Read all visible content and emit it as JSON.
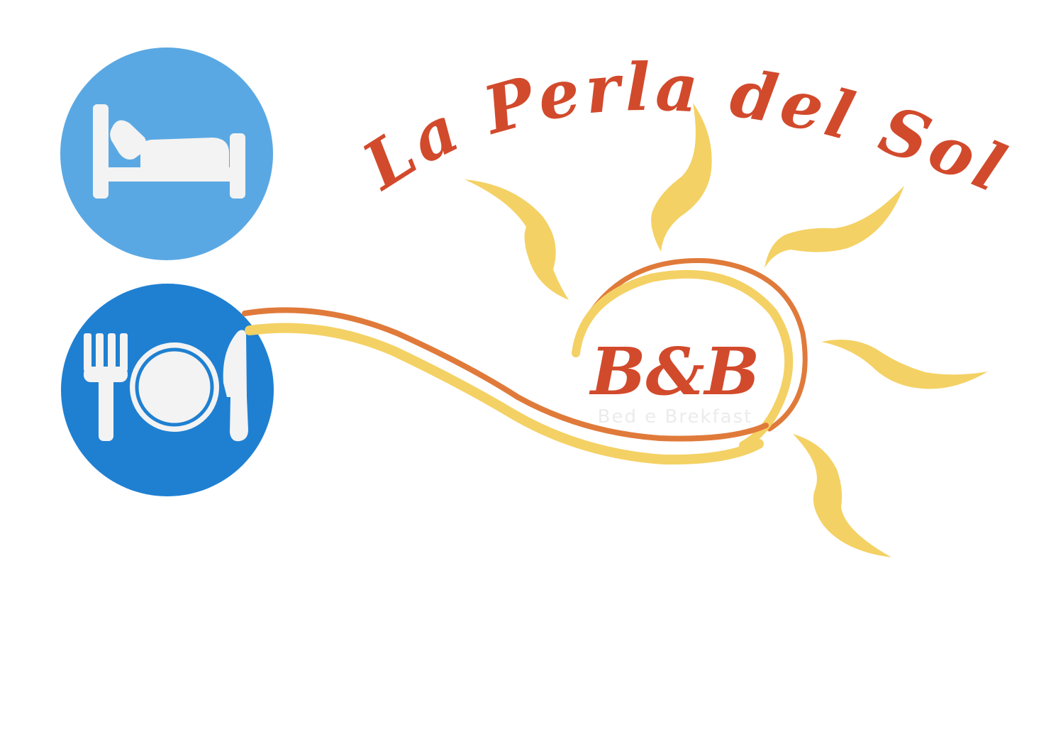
{
  "logo": {
    "name": "La Perla del Sole",
    "badge": "B&B",
    "subtitle": "Bed e Brekfast"
  },
  "icons": {
    "bed": "bed-icon",
    "dining": "fork-plate-knife-icon",
    "sun": "sun-icon"
  },
  "colors": {
    "bed_circle": "#5aa8e3",
    "dining_circle": "#1f80d2",
    "icon_fill": "#f3f3f3",
    "script_red": "#d24a2c",
    "sun_yellow": "#f4d164",
    "sun_orange": "#e07a3a",
    "background": "#ffffff"
  }
}
